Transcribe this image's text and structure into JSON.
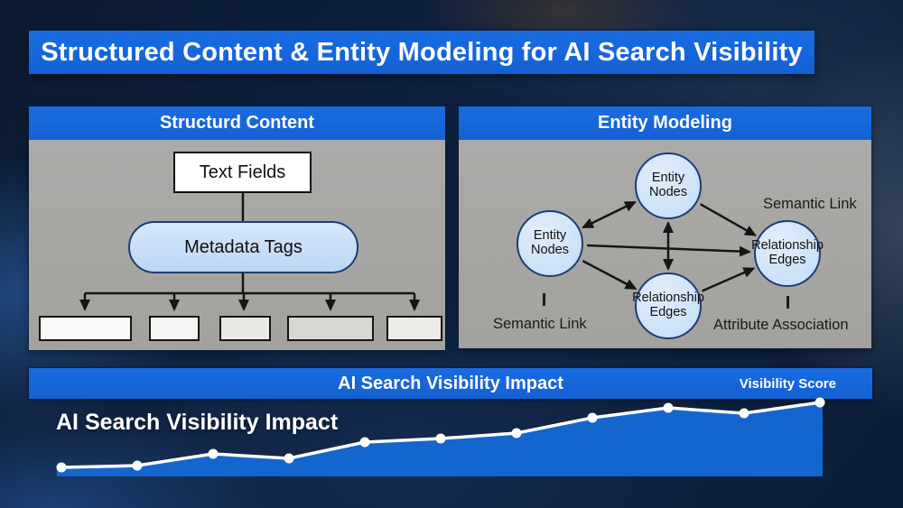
{
  "title": "Structured Content & Entity Modeling for AI Search Visibility",
  "left_panel": {
    "header": "Structurd Content",
    "text_fields_label": "Text Fields",
    "metadata_tags_label": "Metadata Tags",
    "leaf_box_count": 5
  },
  "right_panel": {
    "header": "Entity Modeling",
    "node_top": "Entity Nodes",
    "node_left": "Entity Nodes",
    "node_bottom": "Relationship Edges",
    "node_right": "Relationship Edges",
    "label_semantic_link_top": "Semantic Link",
    "label_semantic_link_bottom": "Semantic Link",
    "label_attribute_association": "Attribute Association"
  },
  "impact": {
    "header": "AI Search Visibility Impact",
    "score_label": "Visibility Score",
    "overlay_label": "AI Search Visibility Impact"
  },
  "chart_data": {
    "type": "area",
    "title": "AI Search Visibility Impact",
    "x": [
      1,
      2,
      3,
      4,
      5,
      6,
      7,
      8,
      9,
      10,
      11
    ],
    "series": [
      {
        "name": "Visibility Score",
        "values": [
          10,
          12,
          25,
          20,
          38,
          42,
          48,
          65,
          76,
          70,
          82
        ]
      }
    ],
    "xlabel": "",
    "ylabel": "",
    "axes_visible": false,
    "grid": false,
    "legend_position": "top-right",
    "marker": "circle",
    "line_color": "#ffffff",
    "fill_color": "#1565cf"
  },
  "colors": {
    "banner_blue": "#1565d8",
    "panel_gray": "#a7a6a3",
    "node_fill": "#cfe3f8",
    "node_border": "#1c3e73",
    "chart_fill": "#1565cf",
    "chart_line": "#ffffff",
    "background_navy": "#0f2240"
  }
}
